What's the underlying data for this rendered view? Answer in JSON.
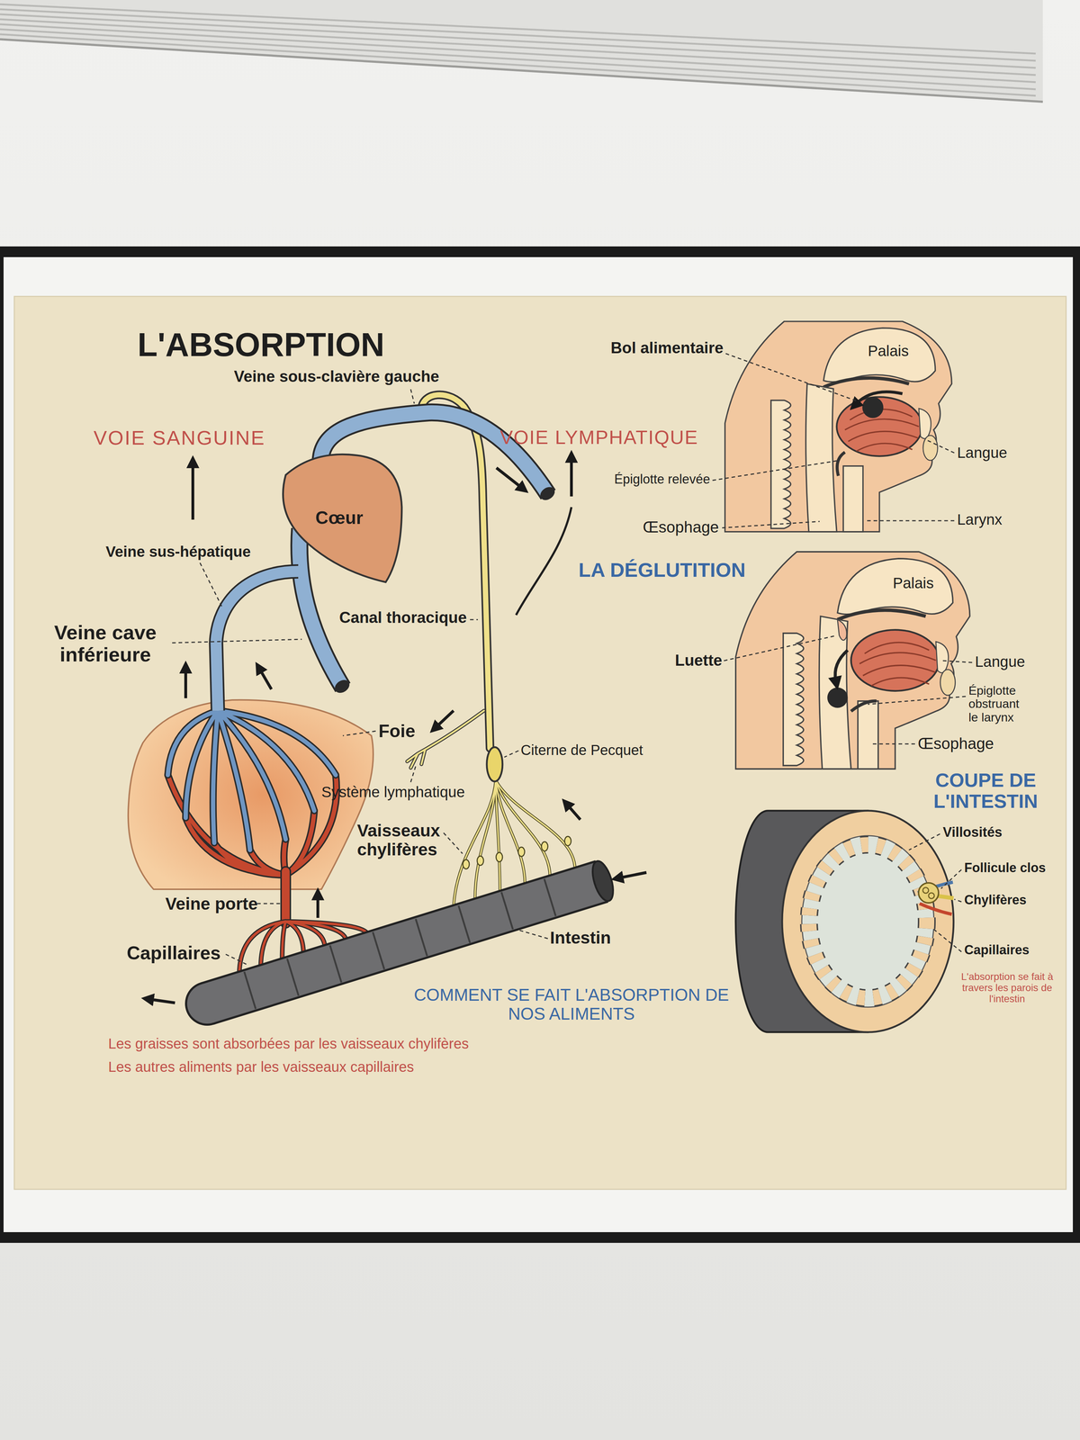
{
  "diagram": {
    "title": "L'ABSORPTION",
    "nodes": [
      {
        "text": [
          "Cœur"
        ]
      }
    ],
    "labels": [
      "Veine sous-clavière gauche",
      "VOIE SANGUINE",
      "VOIE LYMPHATIQUE",
      "Veine sus-hépatique",
      "Canal thoracique",
      "Veine cave inférieure",
      "Foie",
      "Citerne de Pecquet",
      "Système lymphatique",
      "Vaisseaux chylifères",
      "Veine porte",
      "Capillaires",
      "Intestin",
      "COMMENT SE FAIT L'ABSORPTION DE NOS ALIMENTS",
      "Les graisses sont absorbées par les vaisseaux chylifères",
      "Les autres aliments par les vaisseaux capillaires",
      "Bol alimentaire",
      "Palais",
      "Langue",
      "Épiglotte relevée",
      "Larynx",
      "Œsophage",
      "LA DÉGLUTITION",
      "Palais",
      "Luette",
      "Langue",
      "Épiglotte obstruant le larynx",
      "Œsophage",
      "COUPE DE L'INTESTIN",
      "Villosités",
      "Follicule clos",
      "Chylifères",
      "Capillaires",
      "L'absorption se fait à travers les parois de l'intestin"
    ]
  }
}
